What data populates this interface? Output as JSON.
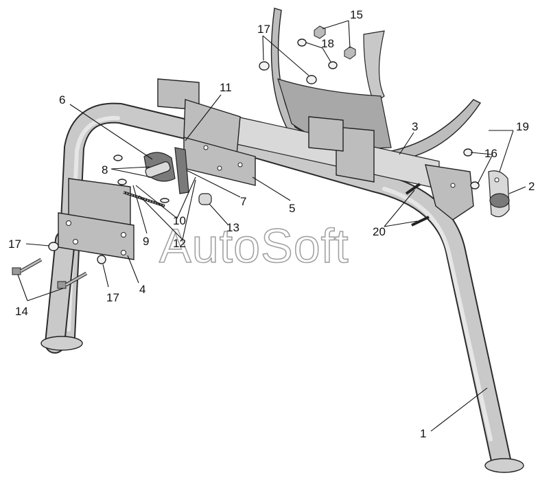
{
  "watermark": "AutoSoft",
  "callouts": [
    {
      "id": "c1",
      "text": "1"
    },
    {
      "id": "c2",
      "text": "2"
    },
    {
      "id": "c3",
      "text": "3"
    },
    {
      "id": "c4",
      "text": "4"
    },
    {
      "id": "c5",
      "text": "5"
    },
    {
      "id": "c6",
      "text": "6"
    },
    {
      "id": "c7",
      "text": "7"
    },
    {
      "id": "c8",
      "text": "8"
    },
    {
      "id": "c9",
      "text": "9"
    },
    {
      "id": "c10",
      "text": "10"
    },
    {
      "id": "c11",
      "text": "11"
    },
    {
      "id": "c12",
      "text": "12"
    },
    {
      "id": "c13",
      "text": "13"
    },
    {
      "id": "c14",
      "text": "14"
    },
    {
      "id": "c15",
      "text": "15"
    },
    {
      "id": "c16",
      "text": "16"
    },
    {
      "id": "c17a",
      "text": "17"
    },
    {
      "id": "c17b",
      "text": "17"
    },
    {
      "id": "c17c",
      "text": "17"
    },
    {
      "id": "c18",
      "text": "18"
    },
    {
      "id": "c19",
      "text": "19"
    },
    {
      "id": "c20",
      "text": "20"
    }
  ]
}
